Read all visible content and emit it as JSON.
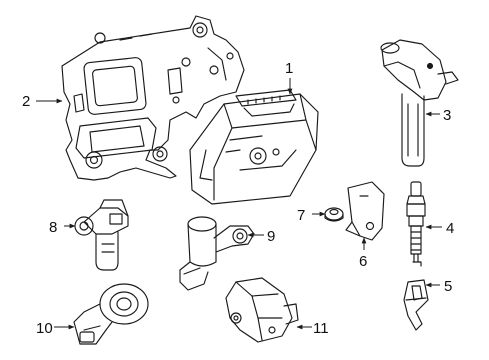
{
  "diagram": {
    "callouts": [
      {
        "id": "c1",
        "label": "1"
      },
      {
        "id": "c2",
        "label": "2"
      },
      {
        "id": "c3",
        "label": "3"
      },
      {
        "id": "c4",
        "label": "4"
      },
      {
        "id": "c5",
        "label": "5"
      },
      {
        "id": "c6",
        "label": "6"
      },
      {
        "id": "c7",
        "label": "7"
      },
      {
        "id": "c8",
        "label": "8"
      },
      {
        "id": "c9",
        "label": "9"
      },
      {
        "id": "c10",
        "label": "10"
      },
      {
        "id": "c11",
        "label": "11"
      }
    ],
    "parts": [
      {
        "callout": "1",
        "icon": "engine-control-module-icon"
      },
      {
        "callout": "2",
        "icon": "mounting-bracket-icon"
      },
      {
        "callout": "3",
        "icon": "ignition-coil-icon"
      },
      {
        "callout": "4",
        "icon": "spark-plug-icon"
      },
      {
        "callout": "5",
        "icon": "connector-icon"
      },
      {
        "callout": "6",
        "icon": "bracket-icon"
      },
      {
        "callout": "7",
        "icon": "bolt-icon"
      },
      {
        "callout": "8",
        "icon": "camshaft-sensor-icon"
      },
      {
        "callout": "9",
        "icon": "crankshaft-sensor-icon"
      },
      {
        "callout": "10",
        "icon": "knock-sensor-icon"
      },
      {
        "callout": "11",
        "icon": "map-sensor-icon"
      }
    ],
    "colors": {
      "line": "#1a1a1a",
      "background": "#ffffff"
    }
  }
}
